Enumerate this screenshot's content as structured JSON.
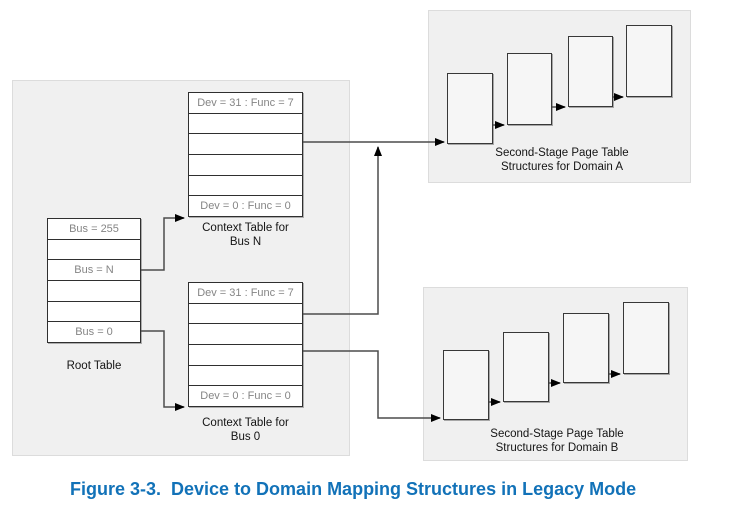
{
  "figure": {
    "caption": "Figure 3-3.  Device to Domain Mapping Structures in Legacy Mode"
  },
  "root_table": {
    "rows": [
      "Bus = 255",
      "",
      "Bus = N",
      "",
      "",
      "Bus = 0"
    ],
    "label": "Root Table"
  },
  "context_table_bus_n": {
    "rows": [
      "Dev = 31 : Func = 7",
      "",
      "",
      "",
      "",
      "Dev = 0 : Func = 0"
    ],
    "label_line1": "Context Table for",
    "label_line2": "Bus N"
  },
  "context_table_bus_0": {
    "rows": [
      "Dev = 31 : Func = 7",
      "",
      "",
      "",
      "",
      "Dev = 0 : Func = 0"
    ],
    "label_line1": "Context Table for",
    "label_line2": "Bus 0"
  },
  "domain_a": {
    "label_line1": "Second-Stage Page Table",
    "label_line2": "Structures for Domain A"
  },
  "domain_b": {
    "label_line1": "Second-Stage Page Table",
    "label_line2": "Structures for Domain B"
  },
  "colors": {
    "caption_blue": "#1272b8",
    "cell_text_gray": "#858585",
    "panel_fill": "#f0f0f0",
    "line_color": "#4c4c4c"
  }
}
